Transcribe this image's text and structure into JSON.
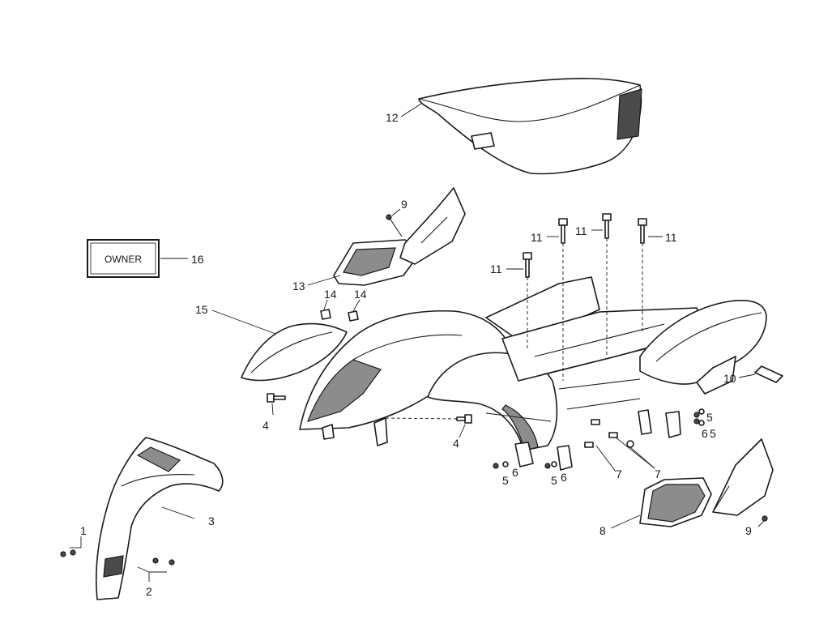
{
  "label_text": "OWNER",
  "callouts": [
    "1",
    "2",
    "3",
    "4",
    "4",
    "5",
    "6",
    "5",
    "6",
    "7",
    "7",
    "5",
    "6",
    "5",
    "8",
    "9",
    "9",
    "10",
    "11",
    "11",
    "11",
    "11",
    "12",
    "13",
    "14",
    "14",
    "15",
    "16"
  ]
}
